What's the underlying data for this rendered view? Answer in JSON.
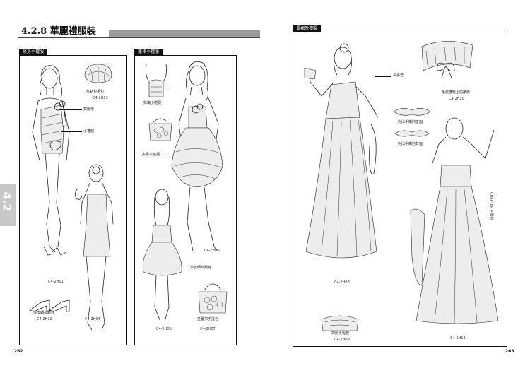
{
  "left_page": {
    "heading": "4.2.8 華麗禮服裝",
    "page_number": "262",
    "panel1": {
      "tab": "緊身小禮服",
      "labels": {
        "clutch": "水鉆包手包",
        "belt": "寬緞帶",
        "dress": "小禮服",
        "shoes": "漆皮細高跟鞋"
      },
      "codes": {
        "c01": "C4-2H01",
        "c02": "C4-2H02",
        "c03": "C4-2H03",
        "c04": "C4-2H04"
      }
    },
    "panel2": {
      "tab": "蓬裙小禮服",
      "labels": {
        "bodice": "抹胸小禮服",
        "skirt": "多層次蓬裙",
        "shoes": "漆皮細高跟鞋",
        "bag": "金屬扣手提包"
      },
      "codes": {
        "c05": "C4-2H05",
        "c06": "C4-2H06",
        "c07": "C4-2H07"
      }
    }
  },
  "right_page": {
    "page_number": "263",
    "tab": "長裙晚禮服",
    "side_tab": "4.2",
    "labels": {
      "gloves": "長手套",
      "shawl": "毛皮蓬鬆上的披肩",
      "bracelet_front": "對比手鐲的正面",
      "bracelet_back": "對比手鐲的背面",
      "handbag": "對比手提包"
    },
    "codes": {
      "c08": "C4-2H08",
      "c09": "C4-2H09",
      "c10": "C4-2H10",
      "c11": "C4-2H11"
    },
    "side_text": "CHAPTER 4 服飾"
  }
}
